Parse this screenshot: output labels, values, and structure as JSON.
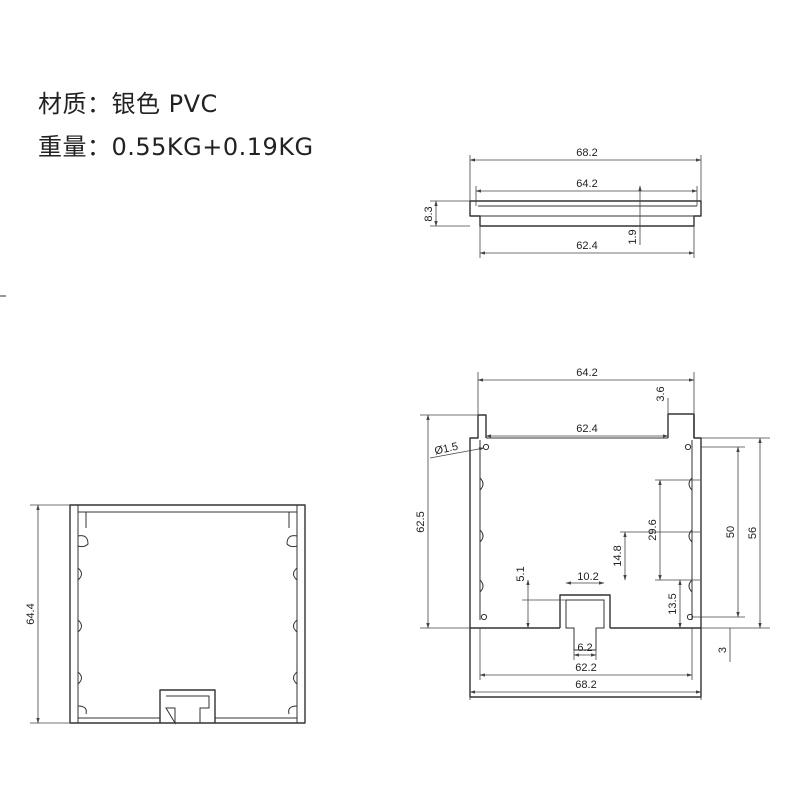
{
  "spec": {
    "material": "材质：银色 PVC",
    "weight": "重量：0.55KG+0.19KG"
  },
  "lid_dims": {
    "overall_width": "68.2",
    "inner_width": "64.2",
    "bottom_width": "62.4",
    "height": "8.3",
    "lip": "1.9"
  },
  "profile_dims": {
    "top_width": "64.2",
    "top_notch": "3.6",
    "inner_width": "62.4",
    "hole_dia": "Ø1.5",
    "height": "62.5",
    "slot_spacing": "29.6",
    "outer_50": "50",
    "outer_56": "56",
    "rib_14_8": "14.8",
    "rib_5_1": "5.1",
    "channel_top": "10.2",
    "rib_13_5": "13.5",
    "bottom_gap": "3",
    "channel_bottom": "6.2",
    "base_inner": "62.2",
    "base_outer": "68.2"
  },
  "side_dims": {
    "height": "64.4"
  }
}
